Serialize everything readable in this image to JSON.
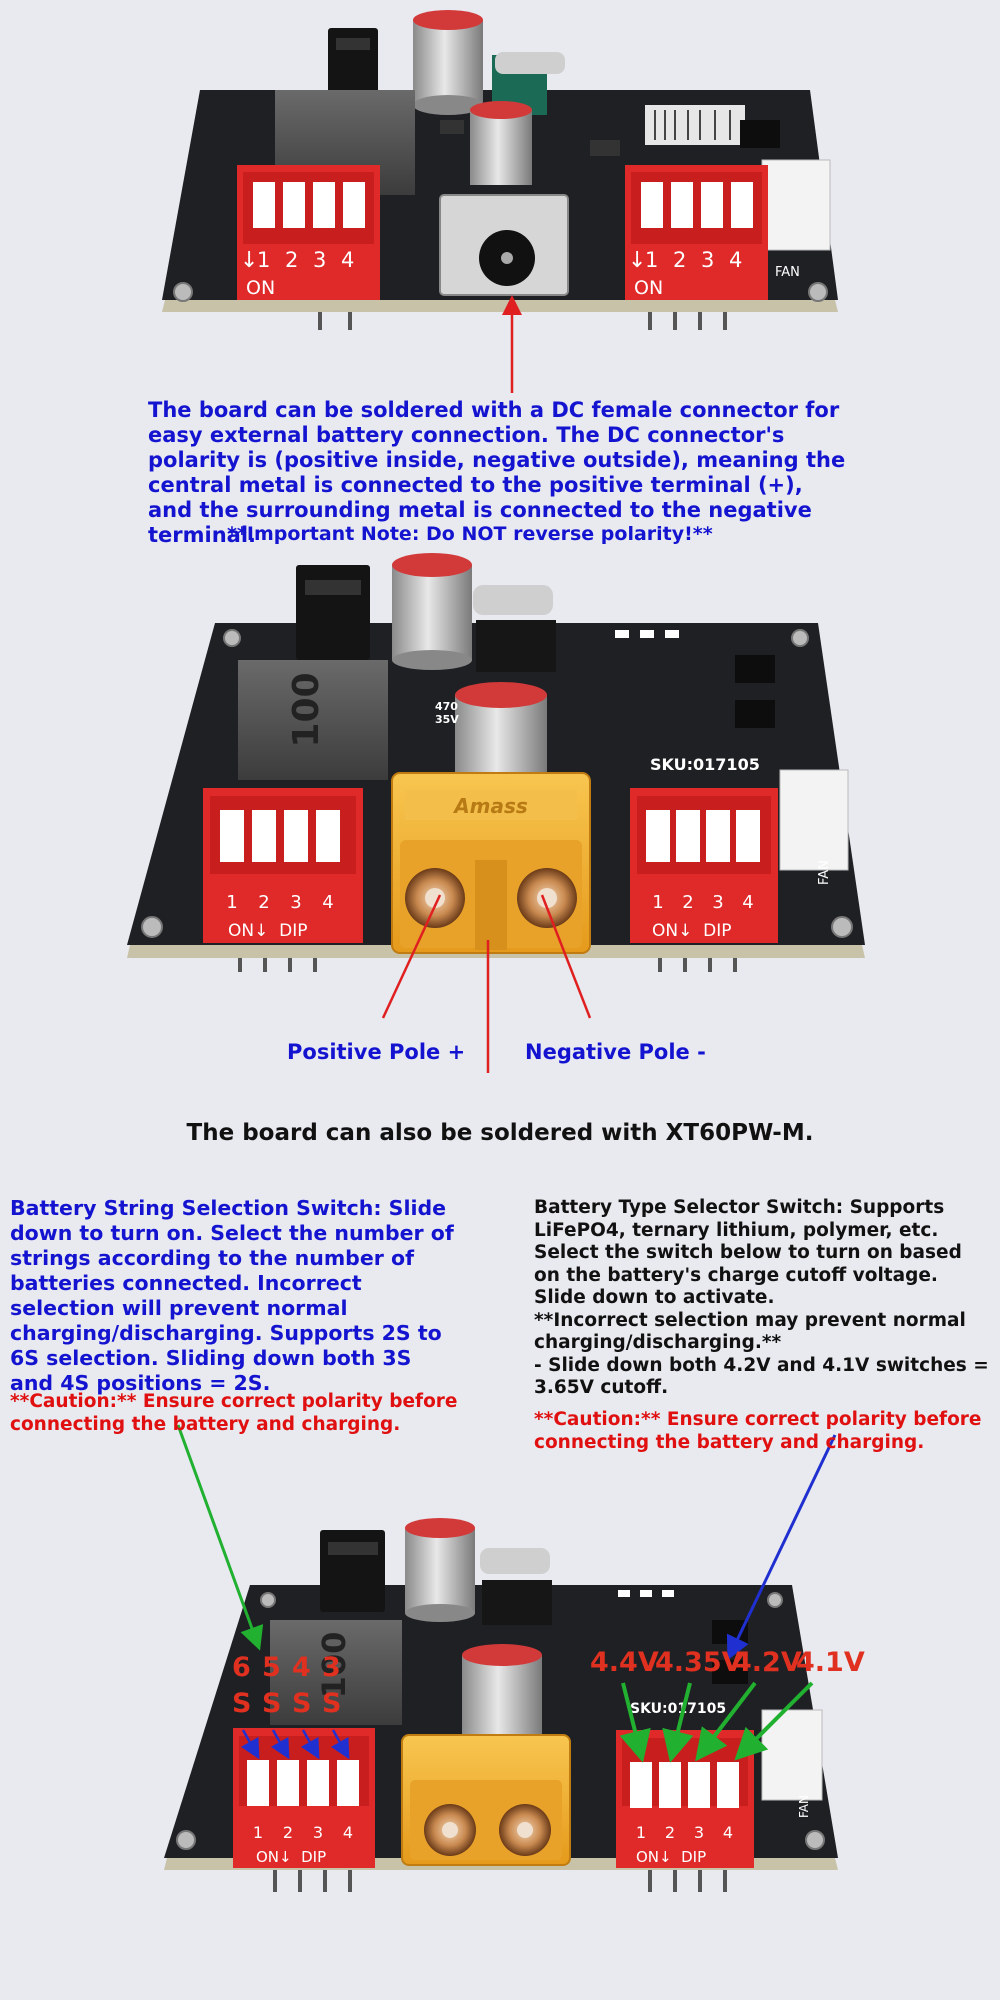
{
  "board1": {
    "sw_labels": [
      "1",
      "2",
      "3",
      "4"
    ],
    "on": "ON",
    "on_arrow": "↓",
    "fan": "FAN"
  },
  "board2": {
    "sku": "SKU:017105",
    "sw_labels": [
      "1",
      "2",
      "3",
      "4"
    ],
    "on_dip": "ON↓  DIP",
    "fan": "FAN",
    "inductor": "100",
    "connector_brand": "Amass",
    "cap_text": "470 35V"
  },
  "board3": {
    "sku": "SKU:017105",
    "sw_labels": [
      "1",
      "2",
      "3",
      "4"
    ],
    "on_dip": "ON↓  DIP",
    "fan": "FAN",
    "inductor": "100",
    "string_labels": [
      "6S",
      "5S",
      "4S",
      "3S"
    ],
    "voltage_labels": [
      "4.4V",
      "4.35V",
      "4.2V",
      "4.1V"
    ]
  },
  "texts": {
    "dc_description": "The board can be soldered with a DC female connector for easy external battery connection. The DC connector's polarity is (positive inside, negative outside), meaning the central metal is connected to the positive terminal (+), and the surrounding metal is connected to the negative terminal.",
    "dc_note": "**Important Note: Do NOT reverse polarity!**",
    "positive_pole": "Positive Pole +",
    "negative_pole": "Negative Pole -",
    "xt60_caption": "The board can also be soldered with XT60PW-M.",
    "string_switch": "Battery String Selection Switch: Slide down to turn on. Select the number of strings according to the number of batteries connected. Incorrect selection will prevent normal charging/discharging. Supports 2S to 6S selection. Sliding down both 3S and 4S positions = 2S.",
    "string_caution": "**Caution:** Ensure correct polarity before connecting the battery and charging.",
    "type_switch_1": "Battery Type Selector Switch: Supports LiFePO4, ternary lithium, polymer, etc. Select the switch below to turn on based on the battery's charge cutoff voltage. Slide down to activate.",
    "type_switch_2": "**Incorrect selection may prevent normal charging/discharging.**",
    "type_switch_3": "- Slide down both 4.2V and 4.1V switches = 3.65V cutoff.",
    "type_caution": "**Caution:** Ensure correct polarity before connecting the battery and charging."
  },
  "colors": {
    "background": "#e8eaf0",
    "pcb": "#1e2024",
    "dip_red": "#e02a2a",
    "xt60_yellow": "#f0b030",
    "annotation_blue": "#1414d0",
    "caution_red": "#e01010",
    "arrow_green": "#22b030",
    "arrow_blue": "#2030d0",
    "pointer_red": "#e02020"
  }
}
